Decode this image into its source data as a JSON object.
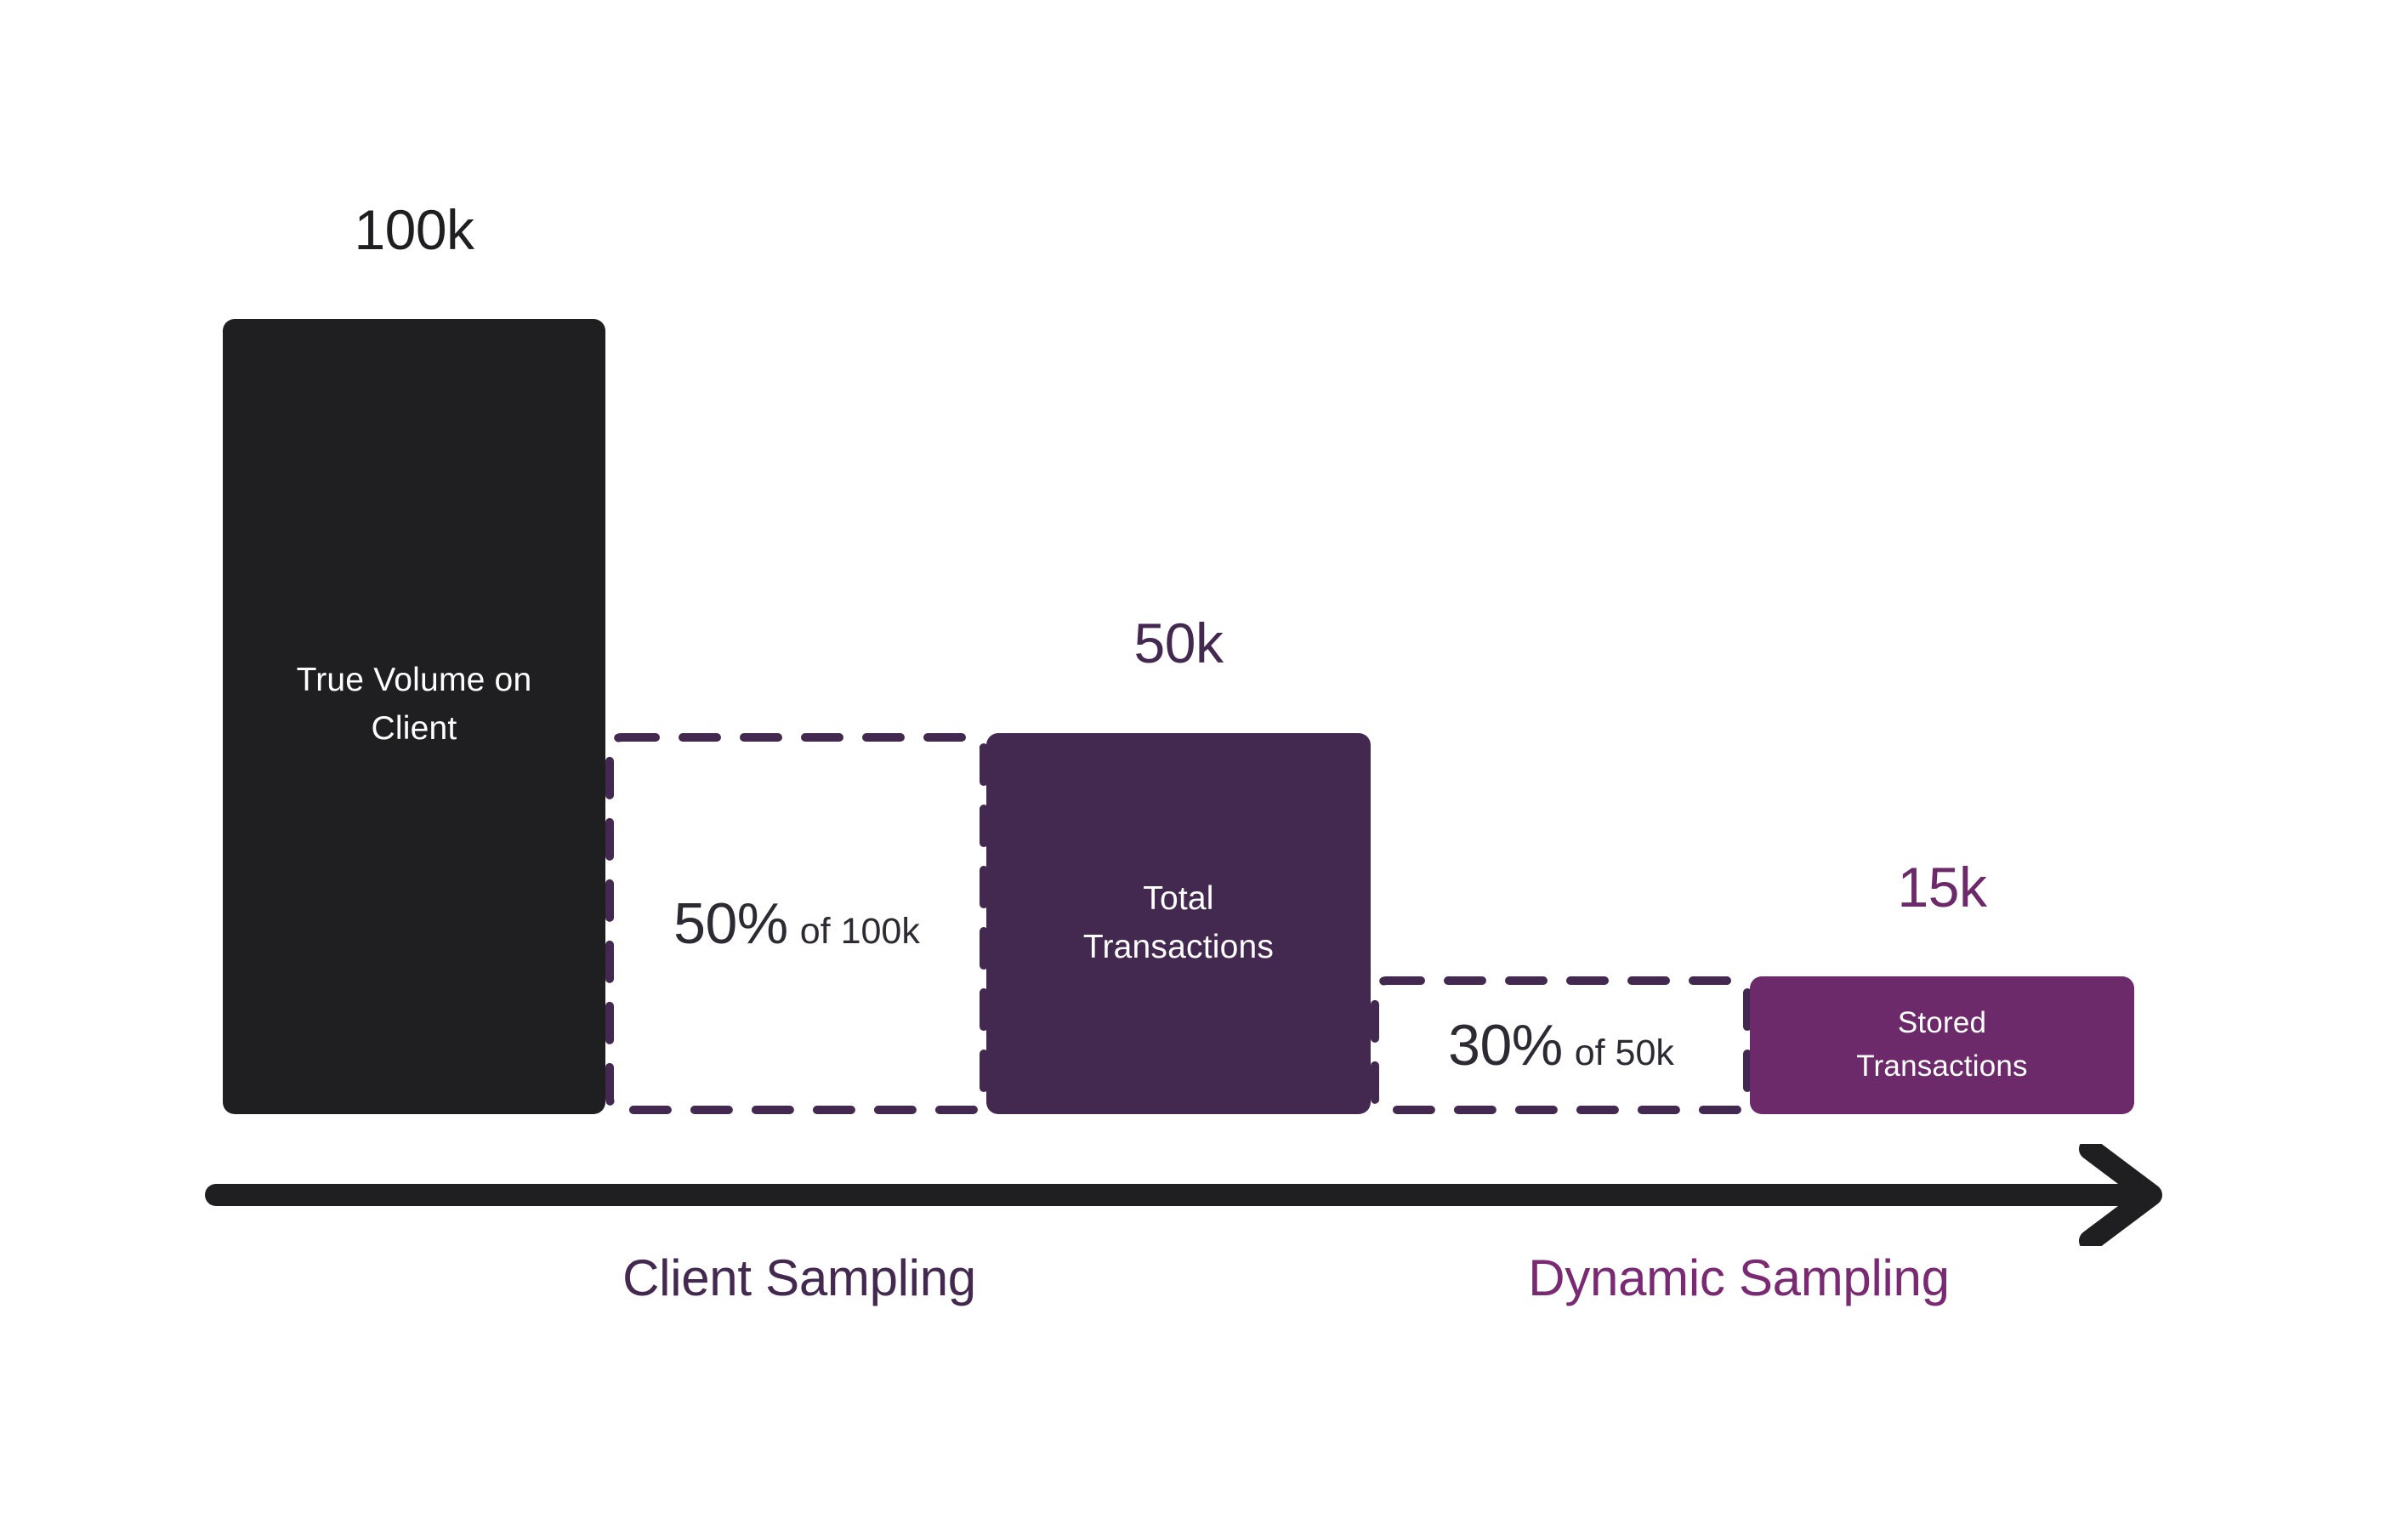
{
  "chart_data": {
    "type": "bar",
    "title": "",
    "categories": [
      "True Volume on Client",
      "Total Transactions",
      "Stored Transactions"
    ],
    "values": [
      100000,
      50000,
      15000
    ],
    "value_labels": [
      "100k",
      "50k",
      "15k"
    ],
    "reductions": [
      {
        "percent": "50%",
        "of_label": "of 100k",
        "from": 100000,
        "to": 50000,
        "rate": 0.5,
        "stage": "Client Sampling"
      },
      {
        "percent": "30%",
        "of_label": "of 50k",
        "from": 50000,
        "to": 15000,
        "rate": 0.3,
        "stage": "Dynamic Sampling"
      }
    ],
    "xlabel": "",
    "ylabel": "",
    "legend": [],
    "grid": false
  },
  "colors": {
    "black_bar": "#1f1f22",
    "dark_purple": "#43294f",
    "bright_purple": "#6d2a6b",
    "magenta_purple": "#7a2a72",
    "dashed_stroke": "#43294f",
    "text_dark": "#2e2a33",
    "background": "#ffffff"
  },
  "bars": {
    "true_volume": {
      "label_line1": "True Volume on",
      "label_line2": "Client",
      "value": "100k"
    },
    "total_transactions": {
      "label_line1": "Total",
      "label_line2": "Transactions",
      "value": "50k"
    },
    "stored_transactions": {
      "label_line1": "Stored",
      "label_line2": "Transactions",
      "value": "15k"
    }
  },
  "reduction_boxes": {
    "client": {
      "percent": "50%",
      "of_label": "of 100k"
    },
    "dynamic": {
      "percent": "30%",
      "of_label": "of 50k"
    }
  },
  "phases": {
    "client_sampling": "Client Sampling",
    "dynamic_sampling": "Dynamic Sampling"
  },
  "icons": {
    "axis_arrow": "arrow-right-icon"
  }
}
